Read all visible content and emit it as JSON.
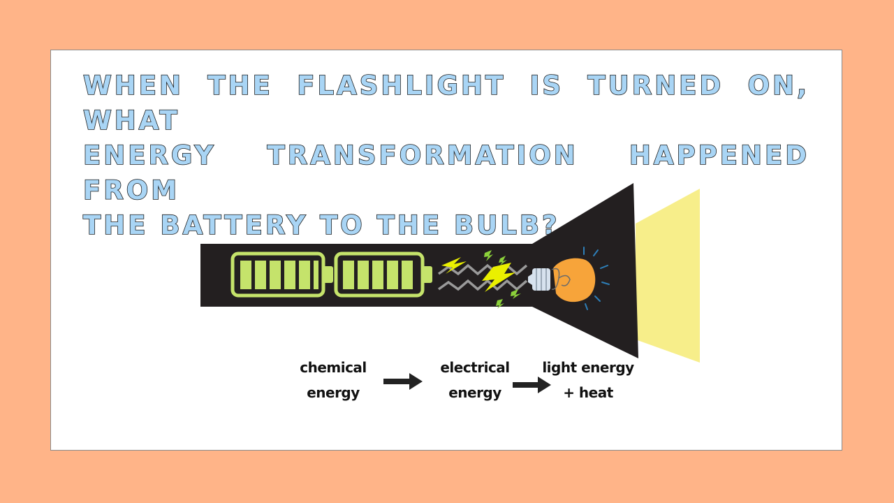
{
  "question": {
    "line1": "WHEN THE FLASHLIGHT IS TURNED ON, WHAT",
    "line2": "ENERGY TRANSFORMATION HAPPENED FROM",
    "line3": "THE BATTERY TO THE BULB?"
  },
  "stages": [
    {
      "line1": "chemical",
      "line2": "energy"
    },
    {
      "line1": "electrical",
      "line2": "energy"
    },
    {
      "line1": "light energy",
      "line2": "+ heat"
    }
  ],
  "colors": {
    "background": "#FFB488",
    "title_fill": "#A9D5F5",
    "flashlight_body": "#231F20",
    "battery": "#C5E36B",
    "spark": "#EAF000",
    "bulb": "#F7A43A",
    "light_beam": "#F7EE8A"
  }
}
